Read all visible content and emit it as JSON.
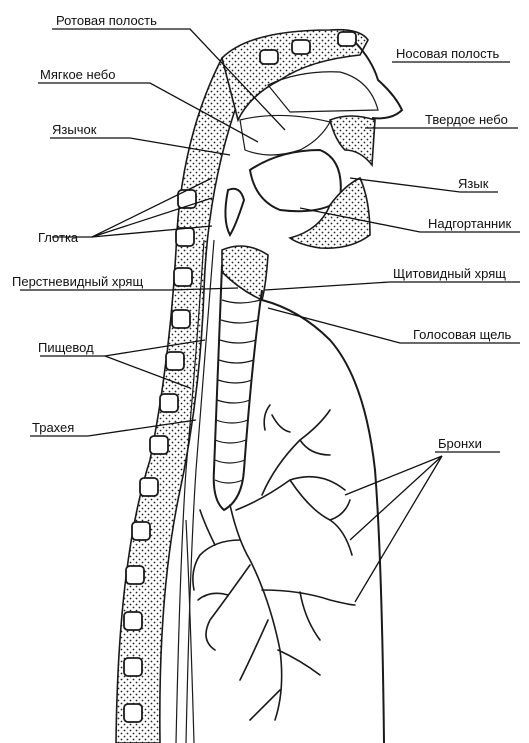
{
  "labels": {
    "oral_cavity": "Ротовая полость",
    "soft_palate": "Мягкое небо",
    "uvula": "Язычок",
    "pharynx": "Глотка",
    "cricoid": "Перстневидный хрящ",
    "esophagus": "Пищевод",
    "trachea": "Трахея",
    "nasal_cavity": "Носовая полость",
    "hard_palate": "Твердое небо",
    "tongue": "Язык",
    "epiglottis": "Надгортанник",
    "thyroid": "Щитовидный хрящ",
    "glottis": "Голосовая щель",
    "bronchi": "Бронхи"
  }
}
